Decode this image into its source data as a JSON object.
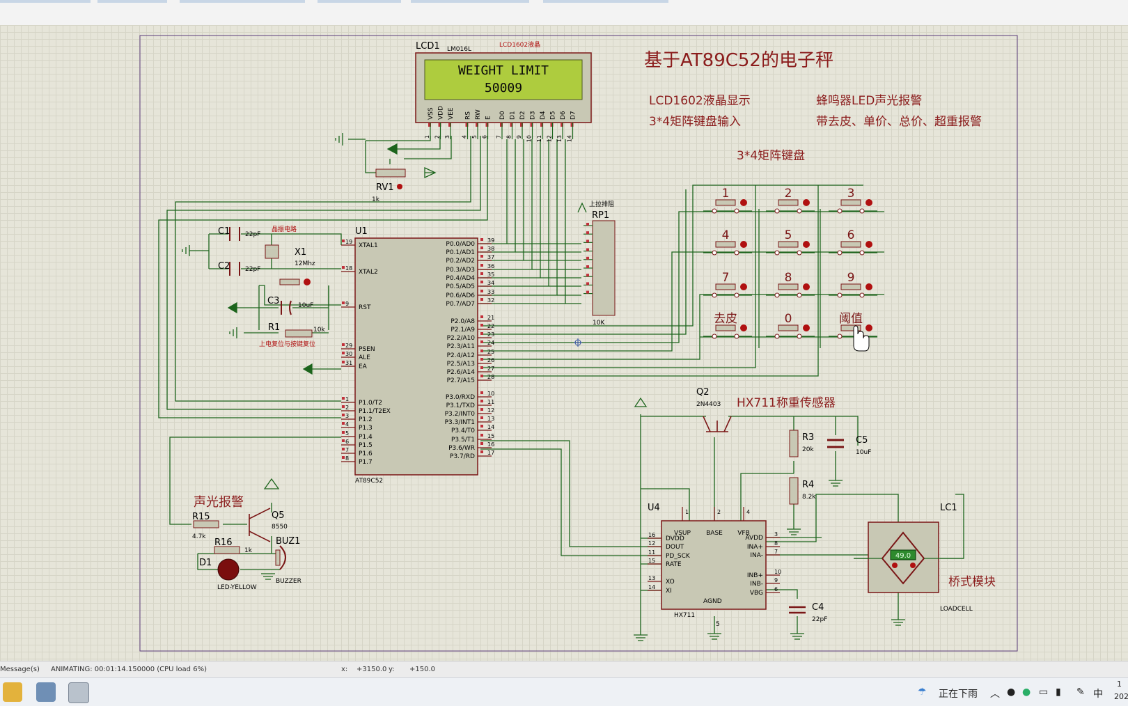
{
  "status_bar": {
    "messages": "Message(s)",
    "animating": "ANIMATING: 00:01:14.150000 (CPU load 6%)",
    "x_label": "x:",
    "x_value": "+3150.0",
    "y_label": "y:",
    "y_value": "+150.0"
  },
  "taskbar": {
    "weather": "正在下雨",
    "ime": "中",
    "clock_top": "1",
    "clock_bottom": "202"
  },
  "schematic": {
    "title": "基于AT89C52的电子秤",
    "features": [
      "LCD1602液晶显示",
      "3*4矩阵键盘输入",
      "蜂鸣器LED声光报警",
      "带去皮、单价、总价、超重报警"
    ],
    "keypad_title": "3*4矩阵键盘",
    "hx711_title": "HX711称重传感器",
    "alarm_title": "声光报警",
    "bridge_title": "桥式模块",
    "lcd": {
      "ref": "LCD1",
      "part": "LM016L",
      "note": "LCD1602液晶",
      "line1": "WEIGHT LIMIT",
      "line2": "50009",
      "pins": [
        "VSS",
        "VDD",
        "VEE",
        "RS",
        "RW",
        "E",
        "D0",
        "D1",
        "D2",
        "D3",
        "D4",
        "D5",
        "D6",
        "D7"
      ],
      "pin_numbers": [
        "1",
        "2",
        "3",
        "4",
        "5",
        "6",
        "7",
        "8",
        "9",
        "10",
        "11",
        "12",
        "13",
        "14"
      ]
    },
    "rv1": {
      "ref": "RV1",
      "value": "1k"
    },
    "rp1": {
      "ref": "RP1",
      "value": "10K",
      "note": "上拉排阻"
    },
    "mcu": {
      "ref": "U1",
      "part": "AT89C52",
      "left_pins": [
        "XTAL1",
        "XTAL2",
        "RST",
        "PSEN",
        "ALE",
        "EA",
        "P1.0/T2",
        "P1.1/T2EX",
        "P1.2",
        "P1.3",
        "P1.4",
        "P1.5",
        "P1.6",
        "P1.7"
      ],
      "left_nums": [
        "19",
        "18",
        "9",
        "29",
        "30",
        "31",
        "1",
        "2",
        "3",
        "4",
        "5",
        "6",
        "7",
        "8"
      ],
      "right_pins": [
        "P0.0/AD0",
        "P0.1/AD1",
        "P0.2/AD2",
        "P0.3/AD3",
        "P0.4/AD4",
        "P0.5/AD5",
        "P0.6/AD6",
        "P0.7/AD7",
        "P2.0/A8",
        "P2.1/A9",
        "P2.2/A10",
        "P2.3/A11",
        "P2.4/A12",
        "P2.5/A13",
        "P2.6/A14",
        "P2.7/A15",
        "P3.0/RXD",
        "P3.1/TXD",
        "P3.2/INT0",
        "P3.3/INT1",
        "P3.4/T0",
        "P3.5/T1",
        "P3.6/WR",
        "P3.7/RD"
      ],
      "right_nums": [
        "39",
        "38",
        "37",
        "36",
        "35",
        "34",
        "33",
        "32",
        "21",
        "22",
        "23",
        "24",
        "25",
        "26",
        "27",
        "28",
        "10",
        "11",
        "12",
        "13",
        "14",
        "15",
        "16",
        "17"
      ]
    },
    "crystal": {
      "c1": "C1",
      "c1_val": "22pF",
      "c2": "C2",
      "c2_val": "22pF",
      "x1": "X1",
      "x1_val": "12Mhz",
      "note": "晶振电路"
    },
    "reset": {
      "c3": "C3",
      "c3_val": "10uF",
      "r1": "R1",
      "r1_val": "10k",
      "note": "上电复位与按键复位"
    },
    "alarm": {
      "r15": "R15",
      "r15_val": "4.7k",
      "r16": "R16",
      "r16_val": "1k",
      "q5": "Q5",
      "q5_val": "8550",
      "d1": "D1",
      "d1_val": "LED-YELLOW",
      "buz": "BUZ1",
      "buz_val": "BUZZER"
    },
    "keys": [
      "1",
      "2",
      "3",
      "4",
      "5",
      "6",
      "7",
      "8",
      "9",
      "去皮",
      "0",
      "阈值"
    ],
    "hx711": {
      "ref": "U4",
      "part": "HX711",
      "top_pins": [
        "VSUP",
        "BASE",
        "VFB"
      ],
      "top_nums": [
        "1",
        "2",
        "4"
      ],
      "left_pins": [
        "DVDD",
        "DOUT",
        "PD_SCK",
        "RATE",
        "XO",
        "XI"
      ],
      "left_nums": [
        "16",
        "12",
        "11",
        "15",
        "13",
        "14"
      ],
      "right_pins": [
        "AVDD",
        "INA+",
        "INA-",
        "INB+",
        "INB-",
        "VBG"
      ],
      "right_nums": [
        "3",
        "8",
        "7",
        "10",
        "9",
        "6"
      ],
      "bottom_pin": "AGND",
      "bottom_num": "5"
    },
    "q2": {
      "ref": "Q2",
      "part": "2N4403"
    },
    "r3": {
      "ref": "R3",
      "value": "20k"
    },
    "r4": {
      "ref": "R4",
      "value": "8.2k"
    },
    "c5": {
      "ref": "C5",
      "value": "10uF"
    },
    "c4": {
      "ref": "C4",
      "value": "22pF"
    },
    "loadcell": {
      "ref": "LC1",
      "part": "LOADCELL",
      "reading": "49.0"
    }
  },
  "colors": {
    "wire": "#1c641c",
    "component": "#7a1616",
    "chip_fill": "#c8c8b4",
    "lcd_bg": "#aecc3e",
    "annotation": "#8b1c1c",
    "canvas": "#e6e5d9"
  }
}
